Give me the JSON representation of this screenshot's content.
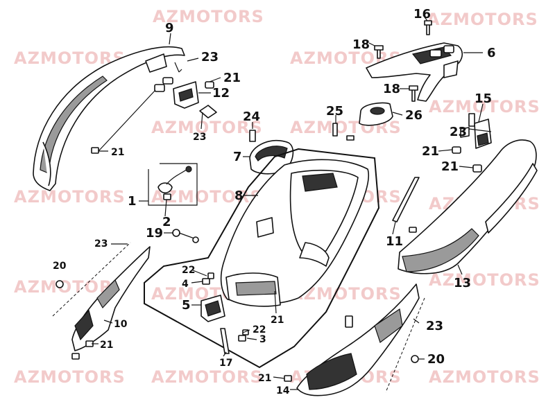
{
  "watermark": "AZMOTORS",
  "callouts": [
    {
      "label": "9"
    },
    {
      "label": "23"
    },
    {
      "label": "21"
    },
    {
      "label": "12"
    },
    {
      "label": "23"
    },
    {
      "label": "21"
    },
    {
      "label": "16"
    },
    {
      "label": "18"
    },
    {
      "label": "6"
    },
    {
      "label": "18"
    },
    {
      "label": "24"
    },
    {
      "label": "25"
    },
    {
      "label": "26"
    },
    {
      "label": "15"
    },
    {
      "label": "23"
    },
    {
      "label": "21"
    },
    {
      "label": "21"
    },
    {
      "label": "7"
    },
    {
      "label": "8"
    },
    {
      "label": "1"
    },
    {
      "label": "2"
    },
    {
      "label": "19"
    },
    {
      "label": "11"
    },
    {
      "label": "13"
    },
    {
      "label": "23"
    },
    {
      "label": "20"
    },
    {
      "label": "22"
    },
    {
      "label": "4"
    },
    {
      "label": "5"
    },
    {
      "label": "21"
    },
    {
      "label": "10"
    },
    {
      "label": "21"
    },
    {
      "label": "22"
    },
    {
      "label": "3"
    },
    {
      "label": "17"
    },
    {
      "label": "23"
    },
    {
      "label": "20"
    },
    {
      "label": "21"
    },
    {
      "label": "14"
    }
  ]
}
